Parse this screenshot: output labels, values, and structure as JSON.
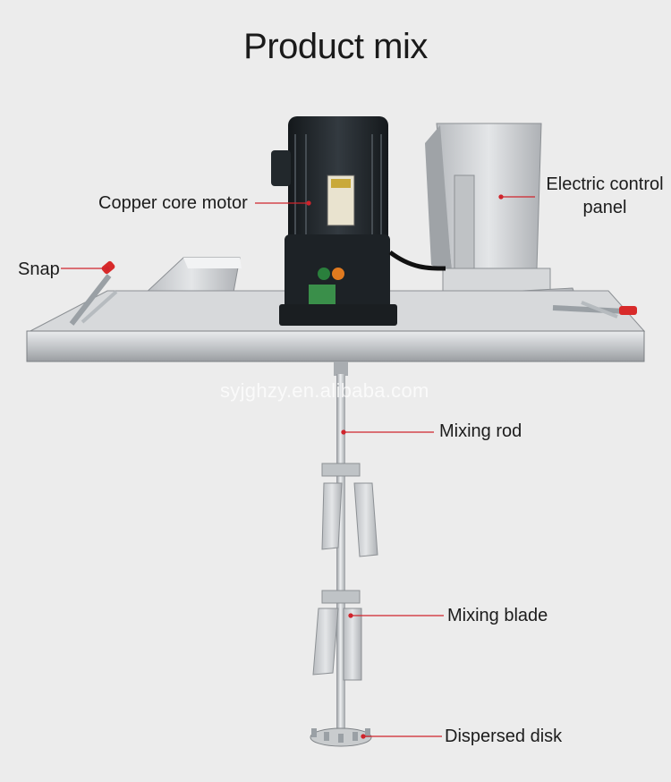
{
  "title": "Product mix",
  "watermark": "syjghzy.en.alibaba.com",
  "callouts": {
    "motor": "Copper core motor",
    "control_panel_line1": "Electric control",
    "control_panel_line2": "panel",
    "snap": "Snap",
    "mixing_rod": "Mixing rod",
    "mixing_blade": "Mixing blade",
    "dispersed_disk": "Dispersed disk"
  },
  "colors": {
    "background": "#ececec",
    "leader_line": "#d0242c",
    "steel": "#c7c9cc",
    "motor": "#1f2428"
  }
}
